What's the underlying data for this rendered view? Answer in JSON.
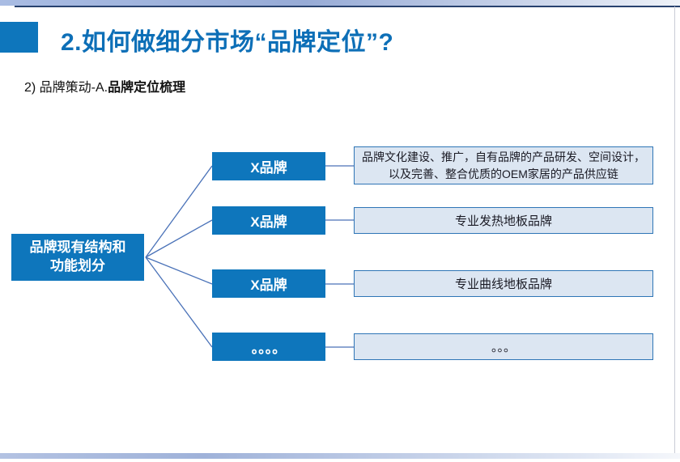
{
  "slide": {
    "title": "2.如何做细分市场“品牌定位”?",
    "subtitle_prefix": "2)  品牌策动-A.",
    "subtitle_bold": "品牌定位梳理"
  },
  "diagram": {
    "root_label": "品牌现有结构和\n功能划分",
    "rows": [
      {
        "brand": "X品牌",
        "desc": "品牌文化建设、推广，自有品牌的产品研发、空间设计，\n以及完善、整合优质的OEM家居的产品供应链"
      },
      {
        "brand": "X品牌",
        "desc": "专业发热地板品牌"
      },
      {
        "brand": "X品牌",
        "desc": "专业曲线地板品牌"
      },
      {
        "brand": "。。。。",
        "desc": "。。。"
      }
    ]
  },
  "colors": {
    "primary_blue": "#0e76bc",
    "title_blue": "#0d6fb7",
    "desc_fill": "#dce6f2",
    "desc_border": "#2e75b6",
    "connector": "#4a72b8",
    "top_bar": "#a9bce3",
    "bottom_bar": "#9fb2d9"
  }
}
